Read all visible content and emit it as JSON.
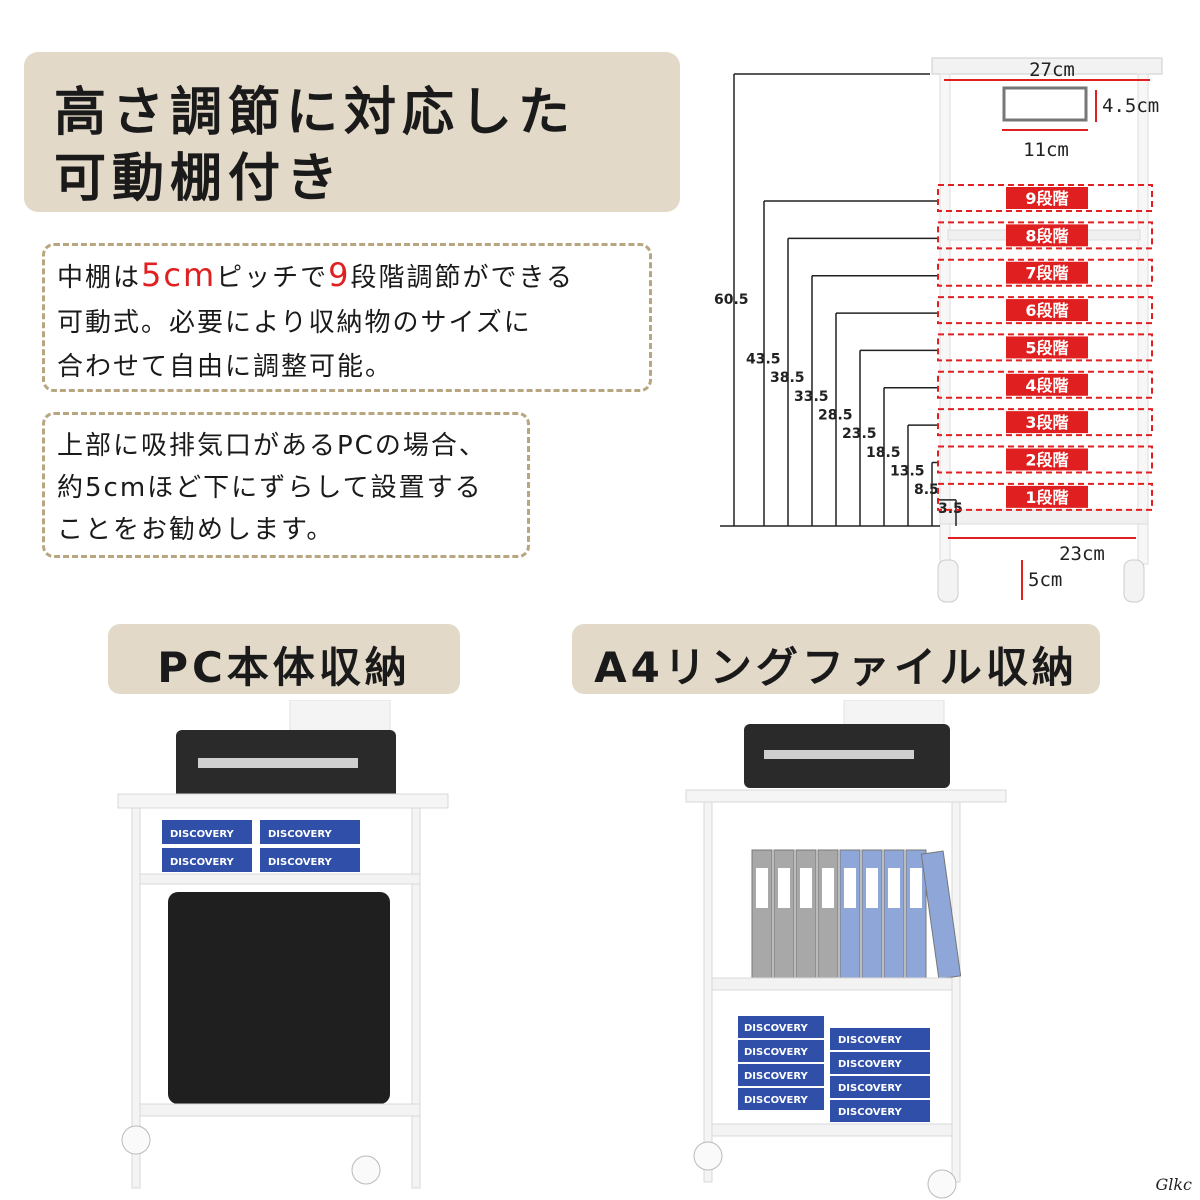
{
  "title": {
    "line1": "高さ調節に対応した",
    "line2": "可動棚付き"
  },
  "note1": {
    "line1_a": "中棚は",
    "line1_b": "5cm",
    "line1_c": "ピッチで",
    "line1_d": "9",
    "line1_e": "段階調節ができる",
    "line2": "可動式。必要により収納物のサイズに",
    "line3": "合わせて自由に調整可能。"
  },
  "note2": {
    "line1": "上部に吸排気口があるPCの場合、",
    "line2": "約5cmほど下にずらして設置する",
    "line3": "ことをお勧めします。"
  },
  "diagram": {
    "width_top": "27cm",
    "hook_height": "4.5cm",
    "hook_width": "11cm",
    "width_bottom": "23cm",
    "caster_height": "5cm",
    "total_height": "60.5",
    "shelf_heights": [
      "43.5",
      "38.5",
      "33.5",
      "28.5",
      "23.5",
      "18.5",
      "13.5",
      "8.5",
      "3.5"
    ],
    "levels": [
      "9段階",
      "8段階",
      "7段階",
      "6段階",
      "5段階",
      "4段階",
      "3段階",
      "2段階",
      "1段階"
    ]
  },
  "labels": {
    "left": "PC本体収納",
    "right": "A4リングファイル収納"
  },
  "box_brand": "DISCOVERY",
  "watermark": "Glkc",
  "colors": {
    "accent_bg": "#e3d9c8",
    "dash_border": "#b7a67f",
    "red": "#e02020",
    "box_blue": "#2f4fa8",
    "binder_gray": "#a8a8a8",
    "binder_blue": "#8fa6d8"
  }
}
